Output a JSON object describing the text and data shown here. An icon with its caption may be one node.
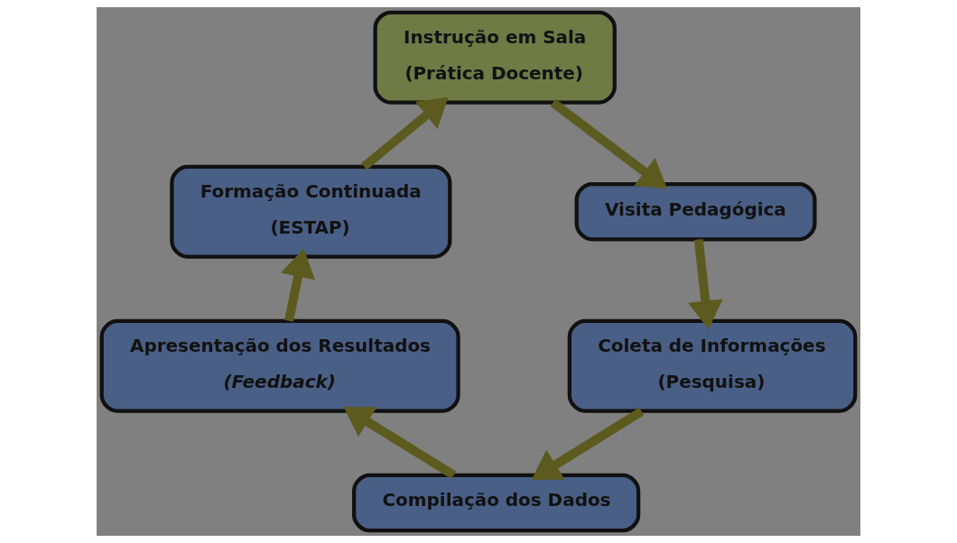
{
  "diagram": {
    "nodes": [
      {
        "text": [
          "Formação Continuada",
          "(ESTAP)"
        ]
      },
      {
        "text": [
          "Instrução em Sala",
          "(Prática Docente)"
        ]
      },
      {
        "text": [
          "Visita Pedagógica"
        ]
      },
      {
        "text": [
          "Coleta de Informações",
          "(Pesquisa)"
        ]
      },
      {
        "text": [
          "Compilação dos Dados"
        ]
      },
      {
        "text": [
          "Apresentação dos Resultados",
          "(Feedback)"
        ]
      }
    ],
    "edges": [
      {
        "from": 0,
        "to": 1,
        "arrow": "to"
      },
      {
        "from": 1,
        "to": 2,
        "arrow": "to"
      },
      {
        "from": 2,
        "to": 3,
        "arrow": "to"
      },
      {
        "from": 3,
        "to": 4,
        "arrow": "to"
      },
      {
        "from": 4,
        "to": 5,
        "arrow": "to"
      },
      {
        "from": 5,
        "to": 0,
        "arrow": "to"
      }
    ]
  }
}
